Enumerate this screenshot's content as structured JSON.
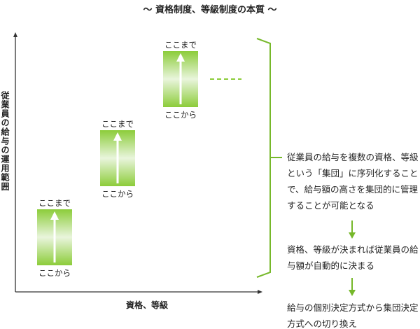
{
  "title": "〜 資格制度、等級制度の本質 〜",
  "y_axis_label": "従業員の給与の運用範囲",
  "x_axis_label": "資格、等級",
  "ranges": [
    {
      "top_label": "ここまで",
      "bottom_label": "ここから"
    },
    {
      "top_label": "ここまで",
      "bottom_label": "ここから"
    },
    {
      "top_label": "ここまで",
      "bottom_label": "ここから"
    }
  ],
  "explanations": [
    "従業員の給与を複数の資格、等級という「集団」に序列化することで、給与額の高さを集団的に管理することが可能となる",
    "資格、等級が決まれば従業員の給与額が自動的に決まる",
    "給与の個別決定方式から集団決定方式への切り換え"
  ],
  "colors": {
    "accent": "#76b82a",
    "axis": "#333333"
  }
}
